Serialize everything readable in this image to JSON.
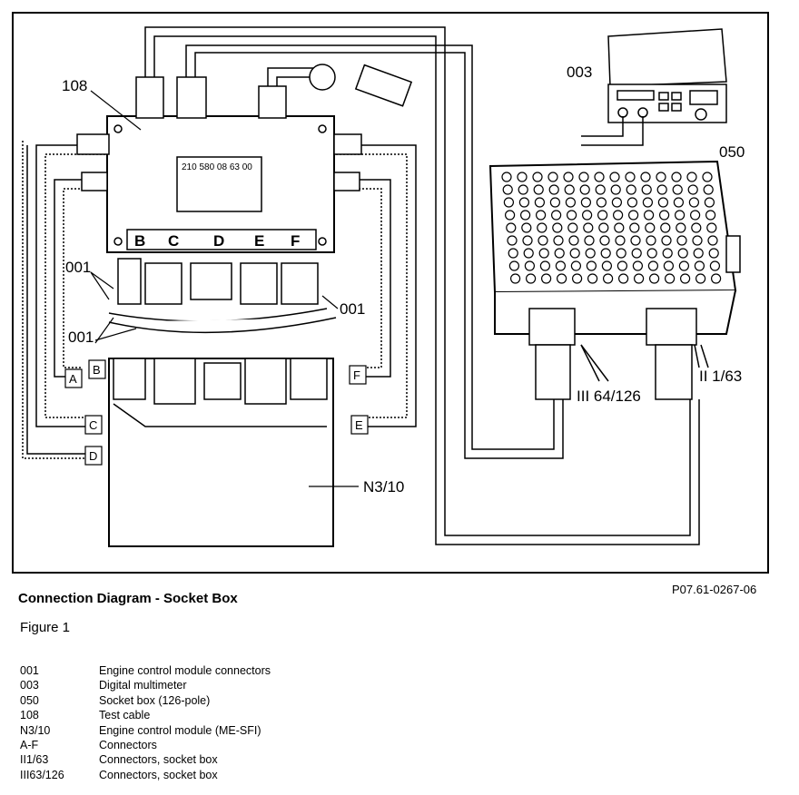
{
  "diagram": {
    "labels": {
      "test_cable": "108",
      "multimeter": "003",
      "socket_box": "050",
      "ecm_connectors_1": "001",
      "ecm_connectors_2": "001",
      "ecm_connectors_3": "001",
      "ecm": "N3/10",
      "socket_connector_ii": "II 1/63",
      "socket_connector_iii": "III 64/126",
      "module_plate_number": "210 580 08 63 00"
    },
    "connector_letters": {
      "top_b": "B",
      "top_c": "C",
      "top_d": "D",
      "top_e": "E",
      "top_f": "F",
      "side_a": "A",
      "side_b": "B",
      "side_c": "C",
      "side_d": "D",
      "side_e": "E",
      "side_f": "F"
    }
  },
  "caption": {
    "reference": "P07.61-0267-06",
    "title": "Connection Diagram - Socket Box",
    "figure": "Figure 1"
  },
  "legend": [
    {
      "code": "001",
      "description": "Engine control module connectors"
    },
    {
      "code": "003",
      "description": "Digital multimeter"
    },
    {
      "code": "050",
      "description": "Socket box (126-pole)"
    },
    {
      "code": "108",
      "description": "Test cable"
    },
    {
      "code": "N3/10",
      "description": "Engine control module (ME-SFI)"
    },
    {
      "code": "A-F",
      "description": "Connectors"
    },
    {
      "code": "II1/63",
      "description": "Connectors, socket box"
    },
    {
      "code": "III63/126",
      "description": "Connectors, socket box"
    }
  ]
}
